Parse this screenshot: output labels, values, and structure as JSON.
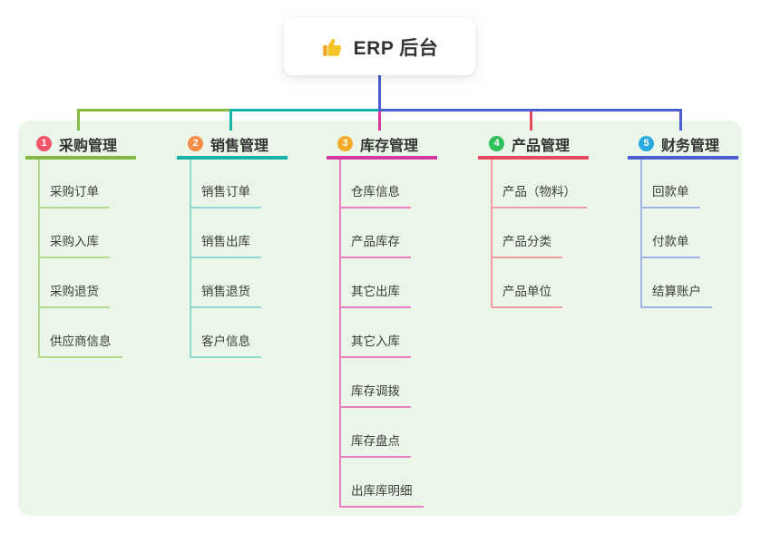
{
  "root": {
    "title": "ERP 后台",
    "icon": "thumbs-up-icon"
  },
  "branches": [
    {
      "num": "1",
      "title": "采购管理",
      "colors": {
        "line": "#82ba44",
        "line_light": "#b2d98e",
        "badge": "#f1566a"
      },
      "items": [
        "采购订单",
        "采购入库",
        "采购退货",
        "供应商信息"
      ]
    },
    {
      "num": "2",
      "title": "销售管理",
      "colors": {
        "line": "#16b3a6",
        "line_light": "#8ed9d1",
        "badge": "#f98b47"
      },
      "items": [
        "销售订单",
        "销售出库",
        "销售退货",
        "客户信息"
      ]
    },
    {
      "num": "3",
      "title": "库存管理",
      "colors": {
        "line": "#d23a9f",
        "line_light": "#ec7ec2",
        "badge": "#f5a928"
      },
      "items": [
        "仓库信息",
        "产品库存",
        "其它出库",
        "其它入库",
        "库存调拨",
        "库存盘点",
        "出库库明细"
      ]
    },
    {
      "num": "4",
      "title": "产品管理",
      "colors": {
        "line": "#e9485d",
        "line_light": "#f49aa2",
        "badge": "#30c15c"
      },
      "items": [
        "产品（物料）",
        "产品分类",
        "产品单位"
      ]
    },
    {
      "num": "5",
      "title": "财务管理",
      "colors": {
        "line": "#4a5ed0",
        "line_light": "#9fb3e4",
        "badge": "#29a8de"
      },
      "items": [
        "回款单",
        "付款单",
        "结算账户"
      ]
    }
  ],
  "palette": {
    "canvas_bg": "#ffffff",
    "panel_bg": "#eaf6e7",
    "root_connector": "#4a5ed0",
    "text_dark": "#333333",
    "text_item": "#3d3d3d",
    "thumb_icon": "#f5c527"
  }
}
